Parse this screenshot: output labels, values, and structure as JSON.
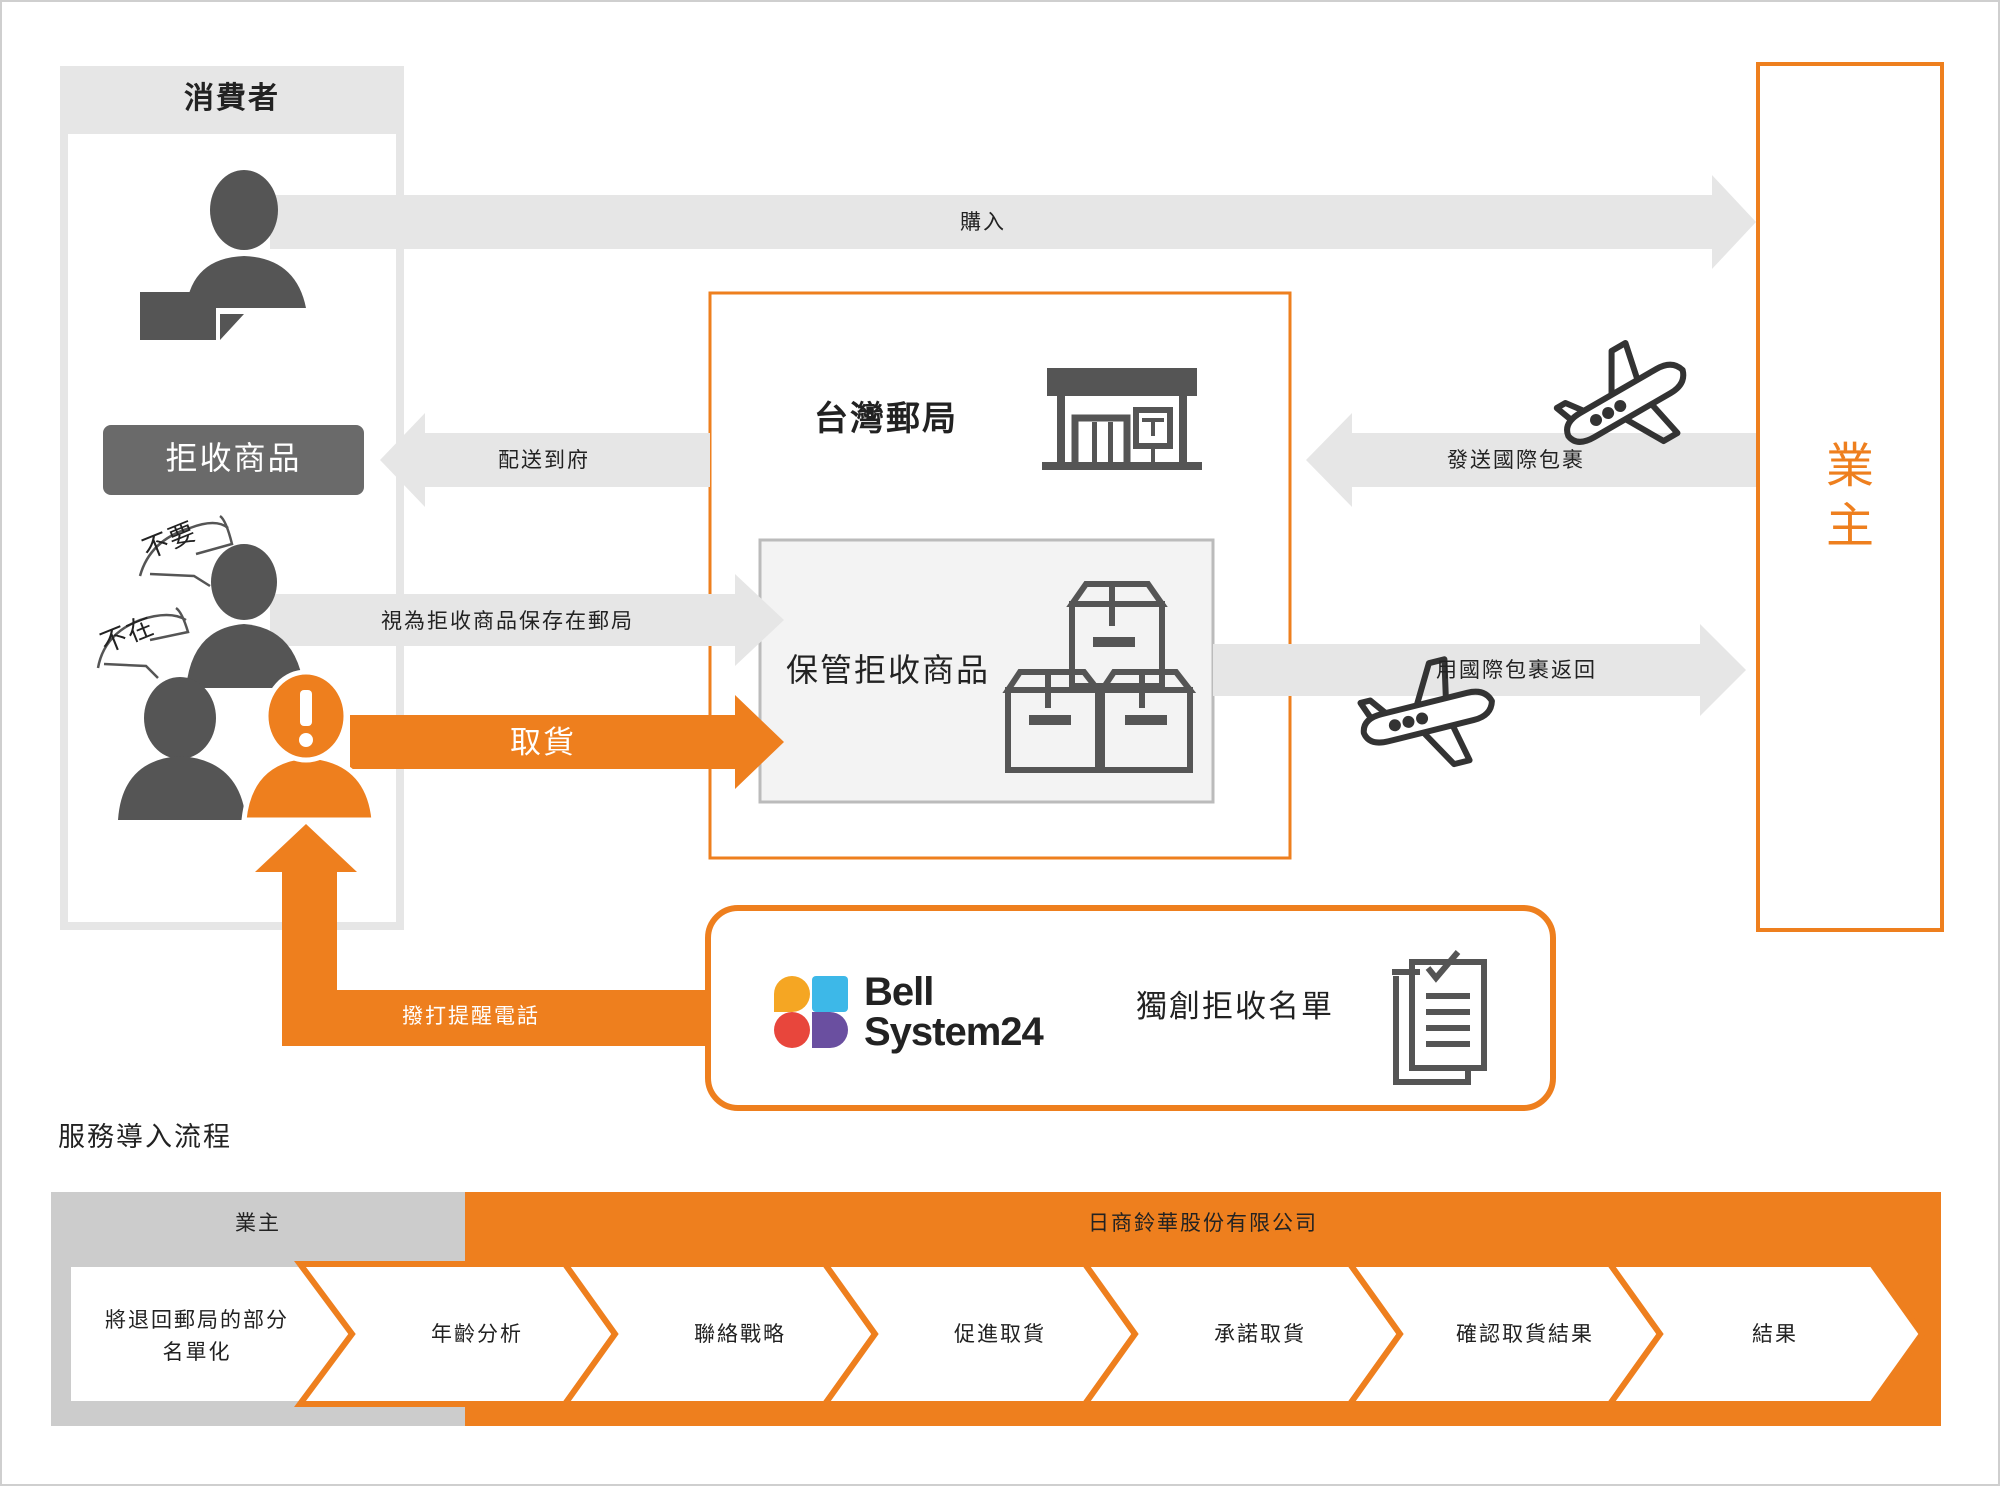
{
  "consumer": {
    "title": "消費者",
    "reject_badge": "拒收商品",
    "speech_no_need": "不要",
    "speech_absent": "不在"
  },
  "owner": {
    "label": "業主"
  },
  "post_office": {
    "title": "台灣郵局",
    "storage_label": "保管拒收商品"
  },
  "flows": {
    "purchase": "購入",
    "home_delivery": "配送到府",
    "send_international": "發送國際包裹",
    "kept_as_rejected": "視為拒收商品保存在郵局",
    "pickup": "取貨",
    "return_international": "用國際包裹返回",
    "reminder_call": "撥打提醒電話"
  },
  "bellsystem": {
    "logo_line1": "Bell",
    "logo_line2": "System24",
    "list_label": "獨創拒收名單"
  },
  "process": {
    "title": "服務導入流程",
    "owner_label": "業主",
    "company_label": "日商鈴華股份有限公司",
    "steps": [
      "將退回郵局的部分名單化",
      "年齡分析",
      "聯絡戰略",
      "促進取貨",
      "承諾取貨",
      "確認取貨結果",
      "結果"
    ],
    "step1_line1": "將退回郵局的部分",
    "step1_line2": "名單化"
  },
  "colors": {
    "orange": "#ee7f1e",
    "gray_arrow": "#e6e6e6",
    "dark_icon": "#555555",
    "badge_gray": "#6a6a6a",
    "logo_red": "#e8463c",
    "logo_orange": "#f5a623",
    "logo_blue": "#3db8e8",
    "logo_purple": "#6a4fa0"
  },
  "icons": [
    "person-icon",
    "laptop-icon",
    "post-office-icon",
    "boxes-icon",
    "airplane-icon",
    "document-list-icon",
    "warning-icon"
  ]
}
